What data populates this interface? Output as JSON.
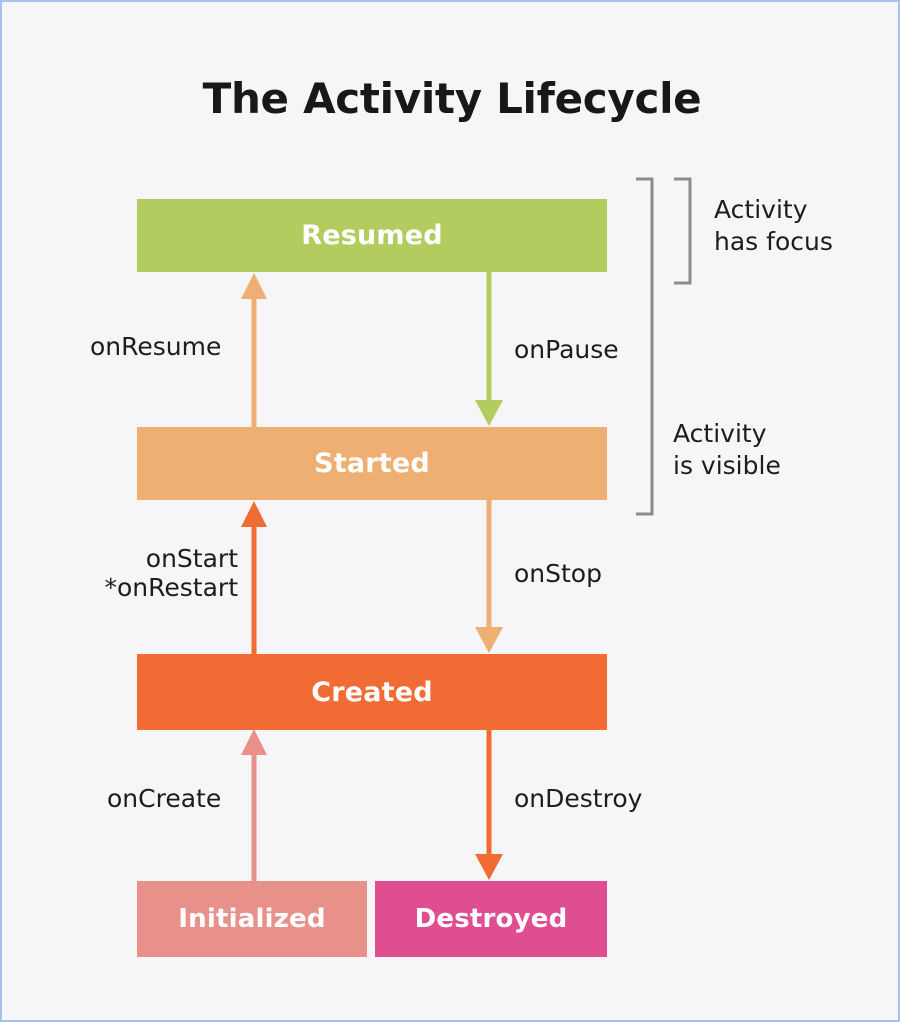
{
  "page": {
    "title": "The Activity Lifecycle",
    "background": "#f6f5f7",
    "border_color": "#a7c1ef"
  },
  "chart_data": {
    "type": "diagram",
    "title": "The Activity Lifecycle",
    "nodes": [
      {
        "id": "resumed",
        "label": "Resumed",
        "color": "#b2cc60",
        "row": 0
      },
      {
        "id": "started",
        "label": "Started",
        "color": "#efaf72",
        "row": 1
      },
      {
        "id": "created",
        "label": "Created",
        "color": "#f16c34",
        "row": 2
      },
      {
        "id": "initialized",
        "label": "Initialized",
        "color": "#e8918b",
        "row": 3
      },
      {
        "id": "destroyed",
        "label": "Destroyed",
        "color": "#e04e92",
        "row": 3
      }
    ],
    "edges": [
      {
        "id": "onresume",
        "label": "onResume",
        "from": "started",
        "to": "resumed",
        "color": "#efaf72",
        "side": "left"
      },
      {
        "id": "onpause",
        "label": "onPause",
        "from": "resumed",
        "to": "started",
        "color": "#b2cc60",
        "side": "right"
      },
      {
        "id": "onstart",
        "label": "onStart\n*onRestart",
        "from": "created",
        "to": "started",
        "color": "#f16c34",
        "side": "left"
      },
      {
        "id": "onstop",
        "label": "onStop",
        "from": "started",
        "to": "created",
        "color": "#efaf72",
        "side": "right"
      },
      {
        "id": "oncreate",
        "label": "onCreate",
        "from": "initialized",
        "to": "created",
        "color": "#e8918b",
        "side": "left"
      },
      {
        "id": "ondestroy",
        "label": "onDestroy",
        "from": "created",
        "to": "destroyed",
        "color": "#f16c34",
        "side": "right"
      }
    ],
    "annotations": [
      {
        "id": "focus",
        "label": "Activity\nhas focus",
        "covers": [
          "resumed"
        ],
        "bracket_color": "#8c8c8c"
      },
      {
        "id": "visible",
        "label": "Activity\nis visible",
        "covers": [
          "resumed",
          "started"
        ],
        "bracket_color": "#8c8c8c"
      }
    ]
  },
  "boxes": {
    "resumed": "Resumed",
    "started": "Started",
    "created": "Created",
    "initialized": "Initialized",
    "destroyed": "Destroyed"
  },
  "labels": {
    "onresume": "onResume",
    "onpause": "onPause",
    "onstart": "onStart\n*onRestart",
    "onstop": "onStop",
    "oncreate": "onCreate",
    "ondestroy": "onDestroy"
  },
  "annotations": {
    "has_focus": "Activity\nhas focus",
    "is_visible": "Activity\nis visible"
  },
  "colors": {
    "green": "#b2cc60",
    "light_orange": "#efaf72",
    "orange": "#f16c34",
    "salmon": "#e8918b",
    "magenta": "#e04e92",
    "bracket_gray": "#8c8c8c",
    "text": "#1c1d1f"
  }
}
